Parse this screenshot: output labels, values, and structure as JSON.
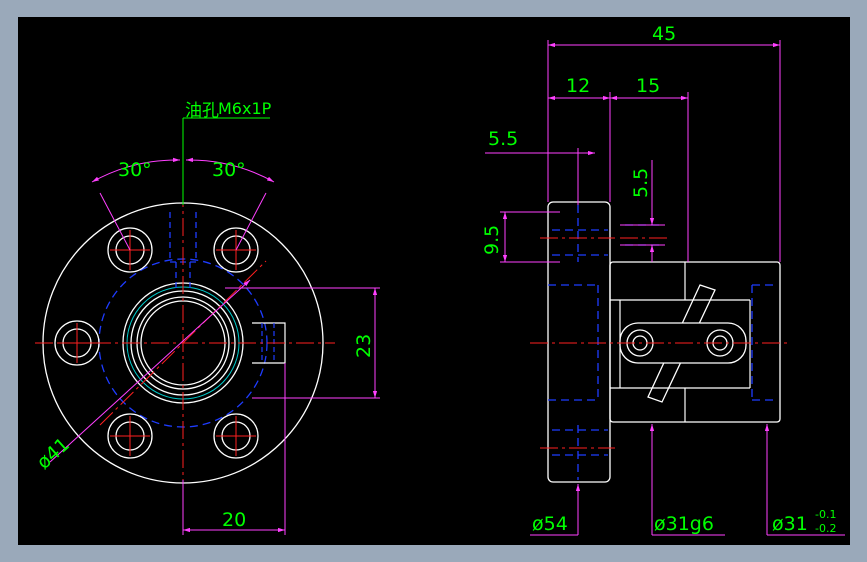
{
  "drawing": {
    "colors": {
      "background": "#000000",
      "border": "#9aa9ba",
      "outline": "#ffffff",
      "hidden": "#1e3cff",
      "center": "#ff2020",
      "dimension": "#ff40ff",
      "text": "#00ff00",
      "thread": "#00cccc"
    },
    "front_view": {
      "oil_hole_label": "油孔",
      "oil_thread_label": "M6x1P",
      "angle_left": "30°",
      "angle_right": "30°",
      "dim_right": "23",
      "dim_bottom": "20",
      "dim_diameter": "ø41"
    },
    "side_view": {
      "dim_overall": "45",
      "dim_flange": "12",
      "dim_body": "15",
      "dim_counterbore": "5.5",
      "dim_oil_offset": "5.5",
      "dim_bore_dia": "9.5",
      "dim_flange_dia": "ø54",
      "dim_shaft_dia": "ø31g6",
      "dim_body_dia": "ø31",
      "tol_upper": "-0.1",
      "tol_lower": "-0.2"
    }
  }
}
